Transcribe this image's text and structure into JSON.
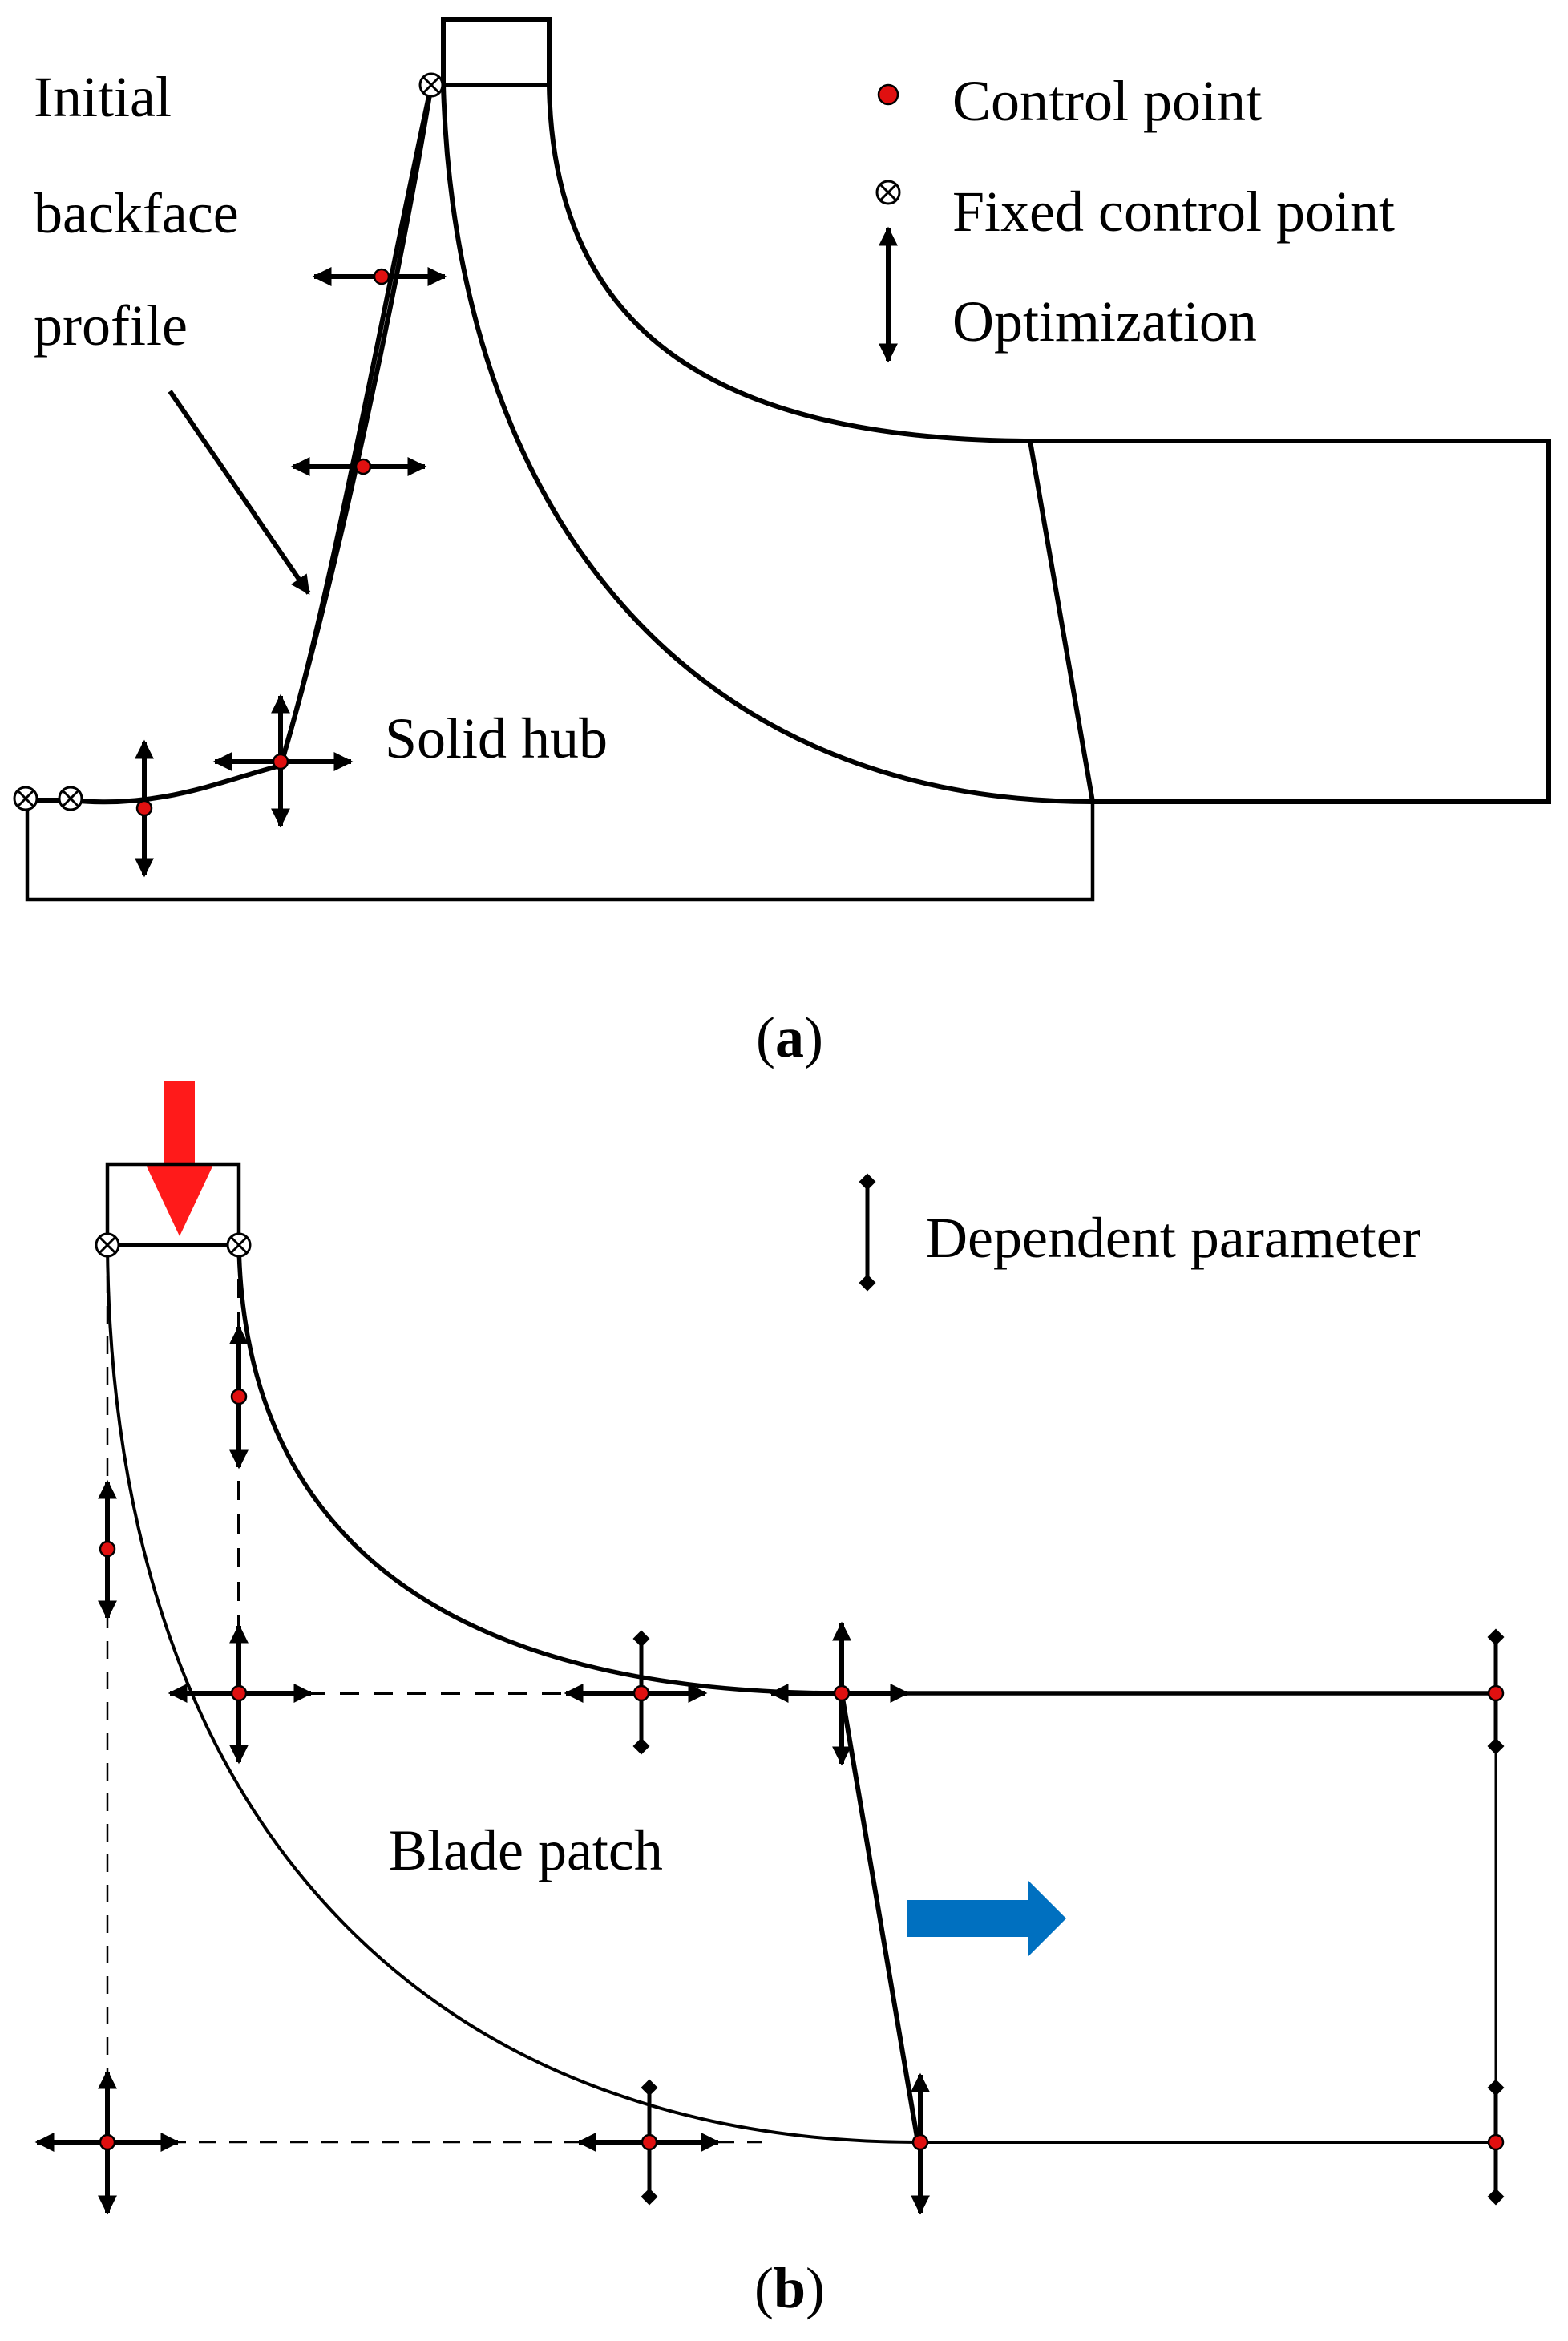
{
  "panel_a": {
    "label_open": "(",
    "label_letter": "a",
    "label_close": ")",
    "annotation_line1": "Initial",
    "annotation_line2": "backface",
    "annotation_line3": "profile",
    "solid_hub_label": "Solid hub",
    "legend": {
      "control_point": "Control point",
      "fixed_control_point": "Fixed control point",
      "optimization": "Optimization"
    }
  },
  "panel_b": {
    "label_open": "(",
    "label_letter": "b",
    "label_close": ")",
    "blade_patch_label": "Blade patch",
    "legend": {
      "dependent_parameter": "Dependent parameter"
    }
  },
  "colors": {
    "control_point": "#e01010",
    "inflow_arrow": "#ff1a1a",
    "outflow_arrow": "#0070c0",
    "line": "#000000"
  },
  "icons": {
    "fixed_point": "circle-cross-icon",
    "double_arrow": "double-arrow-icon",
    "dependent_parameter": "diamond-ended-line-icon"
  }
}
